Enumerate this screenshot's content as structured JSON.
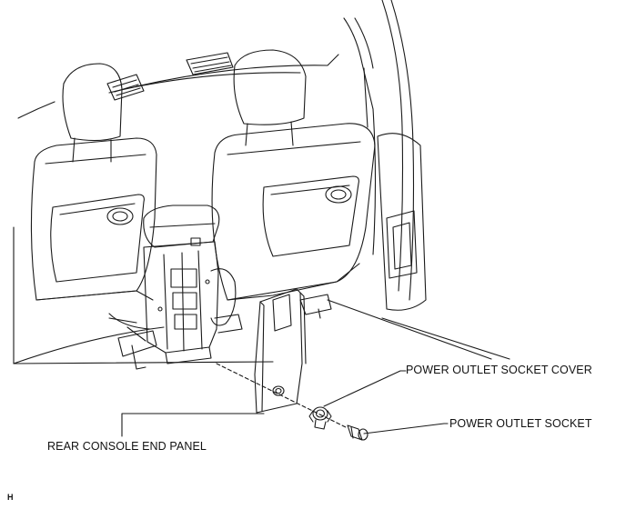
{
  "labels": {
    "rear_console_end_panel": "REAR CONSOLE END PANEL",
    "power_outlet_socket_cover": "POWER OUTLET SOCKET COVER",
    "power_outlet_socket": "POWER OUTLET SOCKET"
  },
  "figure_code": "H",
  "colors": {
    "line": "#1a1a1a",
    "background": "#ffffff"
  }
}
